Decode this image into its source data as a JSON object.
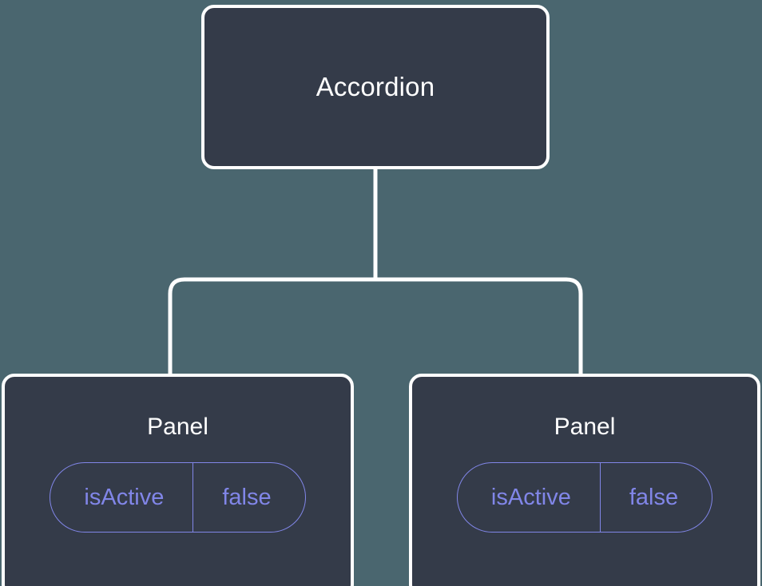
{
  "diagram": {
    "title": "component-tree",
    "background_color": "#4a666f",
    "node_fill_color": "#343b49",
    "node_border_color": "#ffffff",
    "connector_color": "#ffffff",
    "accent_color": "#8186e8",
    "root": {
      "label": "Accordion"
    },
    "children": [
      {
        "label": "Panel",
        "state": {
          "key": "isActive",
          "value": "false"
        }
      },
      {
        "label": "Panel",
        "state": {
          "key": "isActive",
          "value": "false"
        }
      }
    ]
  }
}
